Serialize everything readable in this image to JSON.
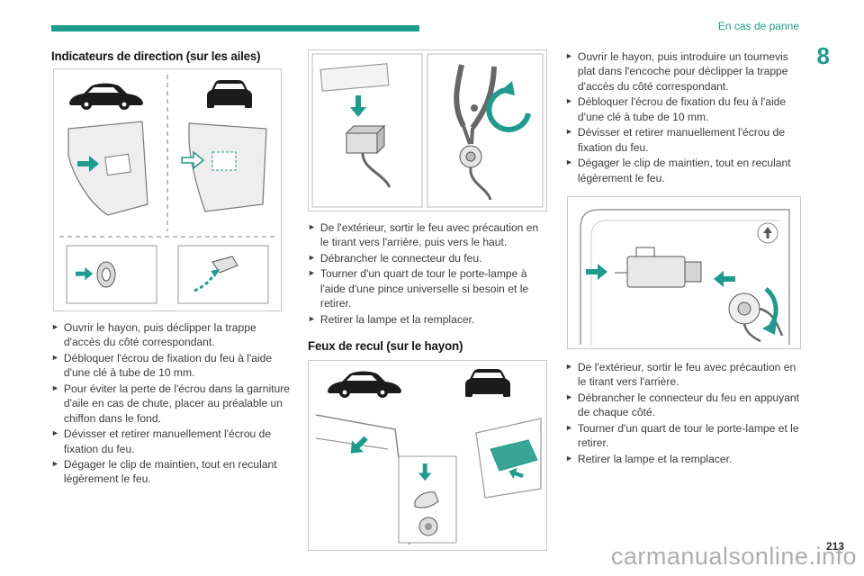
{
  "header": {
    "section_label": "En cas de panne",
    "chapter_number": "8"
  },
  "glyphs": {
    "bullet": "►"
  },
  "colors": {
    "accent": "#1d9b8d",
    "ink": "#3b3b3b",
    "watermark_gray": "#a6a6a6"
  },
  "col1": {
    "heading": "Indicateurs de direction (sur les ailes)",
    "bullets": [
      "Ouvrir le hayon, puis déclipper la trappe d'accès du côté correspondant.",
      "Débloquer l'écrou de fixation du feu à l'aide d'une clé à tube de 10 mm.",
      "Pour éviter la perte de l'écrou dans la garniture d'aile en cas de chute, placer au préalable un chiffon dans le fond.",
      "Dévisser et retirer manuellement l'écrou de fixation du feu.",
      "Dégager le clip de maintien, tout en reculant légèrement le feu."
    ]
  },
  "col2": {
    "bullets": [
      "De l'extérieur, sortir le feu avec précaution en le tirant vers l'arrière, puis vers le haut.",
      "Débrancher le connecteur du feu.",
      "Tourner d'un quart de tour le porte-lampe à l'aide d'une pince universelle si besoin et le retirer.",
      "Retirer la lampe et la remplacer."
    ],
    "heading": "Feux de recul (sur le hayon)"
  },
  "col3": {
    "bullets_top": [
      "Ouvrir le hayon, puis introduire un tournevis plat dans l'encoche pour déclipper la trappe d'accès du côté correspondant.",
      "Débloquer l'écrou de fixation du feu à l'aide d'une clé à tube de 10 mm.",
      "Dévisser et retirer manuellement l'écrou de fixation du feu.",
      "Dégager le clip de maintien, tout en reculant légèrement le feu."
    ],
    "bullets_bottom": [
      "De l'extérieur, sortir le feu avec précaution en le tirant vers l'arrière.",
      "Débrancher le connecteur du feu en appuyant de chaque côté.",
      "Tourner d'un quart de tour le porte-lampe et le retirer.",
      "Retirer la lampe et la remplacer."
    ]
  },
  "footer": {
    "page_number": "213",
    "watermark": "carmanualsonline.info"
  }
}
